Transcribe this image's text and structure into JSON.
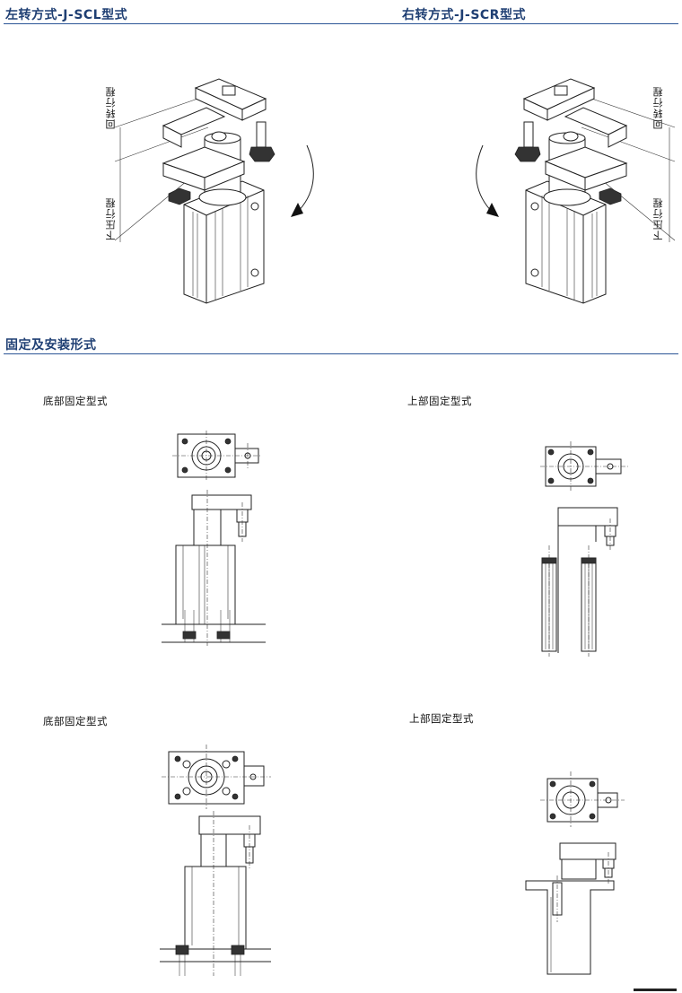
{
  "headings": {
    "left_rotation": "左转方式-J-SCL型式",
    "right_rotation": "右转方式-J-SCR型式",
    "mounting": "固定及安装形式"
  },
  "stroke_labels": {
    "rotation_stroke": "回转行程",
    "press_stroke": "下压行程"
  },
  "mount_labels": {
    "bottom_1": "底部固定型式",
    "top_1": "上部固定型式",
    "bottom_2": "底部固定型式",
    "top_2": "上部固定型式"
  },
  "colors": {
    "heading_text": "#1f3f73",
    "rule_line": "#2b5596",
    "drawing_line": "#222222"
  }
}
